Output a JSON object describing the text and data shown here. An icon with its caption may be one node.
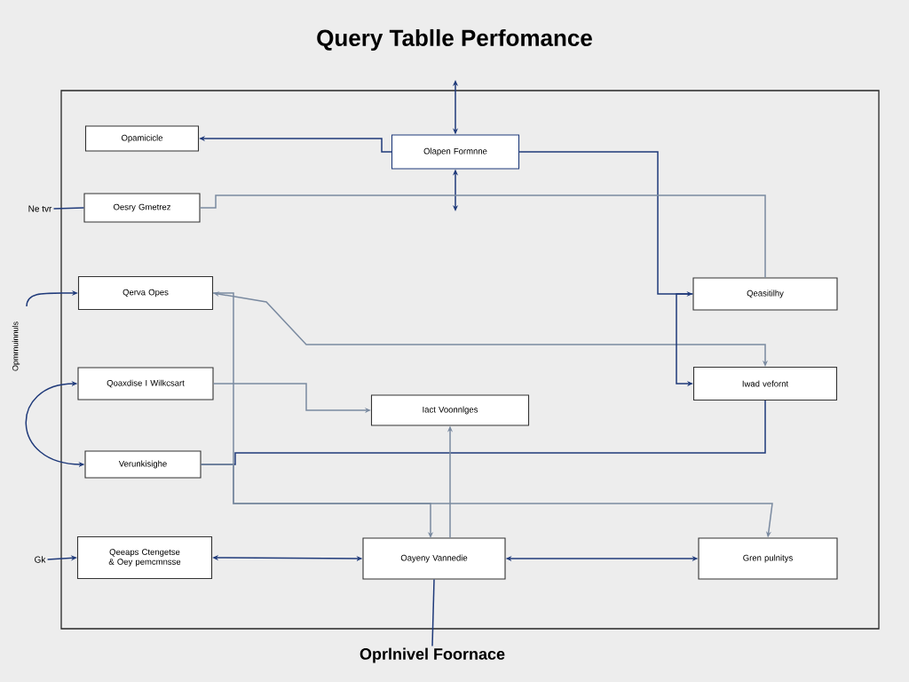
{
  "diagram": {
    "title": "Query Tablle Perfomance",
    "nodes": [
      {
        "text": [
          "Opamicicle"
        ]
      },
      {
        "text": [
          "Olapen Formnne"
        ]
      },
      {
        "text": [
          "Oesry Gmetrez"
        ]
      },
      {
        "text": [
          "Qerva Opes"
        ]
      },
      {
        "text": [
          "Qoaxdise I Wilkcsart"
        ]
      },
      {
        "text": [
          "Verunkisighe"
        ]
      },
      {
        "text": [
          "Qeasitilhy"
        ]
      },
      {
        "text": [
          "Iwad vefornt"
        ]
      },
      {
        "text": [
          "Iact Voonnlges"
        ]
      },
      {
        "text": [
          "Qeeaps Ctengetse & Oey pemcmnsse"
        ]
      },
      {
        "text": [
          "Oayeny Vannedie"
        ]
      },
      {
        "text": [
          "Gren pulnitys"
        ]
      },
      {
        "text": [
          "Ne tvr"
        ]
      },
      {
        "text": [
          "Gk"
        ]
      },
      {
        "text": [
          "Oprlnivel Foornace"
        ]
      }
    ],
    "edges": [
      {
        "from": 1,
        "to": 0,
        "arrow": "to"
      },
      {
        "from": null,
        "to": 1,
        "arrow": "both"
      },
      {
        "from": 1,
        "to": null,
        "arrow": "both"
      },
      {
        "from": 1,
        "to": 6,
        "arrow": "to"
      },
      {
        "from": 12,
        "to": 2,
        "arrow": "none"
      },
      {
        "from": null,
        "to": 3,
        "arrow": "to"
      },
      {
        "from": 4,
        "to": 5,
        "arrow": "both"
      },
      {
        "from": 3,
        "to": 7,
        "arrow": "both",
        "color": "#7a8aa0"
      },
      {
        "from": 4,
        "to": 8,
        "arrow": "to",
        "color": "#7a8aa0"
      },
      {
        "from": 5,
        "to": 7,
        "arrow": "none"
      },
      {
        "from": 6,
        "to": 7,
        "arrow": "to"
      },
      {
        "from": 10,
        "to": 8,
        "arrow": "to",
        "color": "#7a8aa0"
      },
      {
        "from": 3,
        "to": 10,
        "arrow": "to",
        "color": "#7a8aa0"
      },
      {
        "from": 5,
        "to": 11,
        "arrow": "to",
        "color": "#7a8aa0"
      },
      {
        "from": 9,
        "to": 10,
        "arrow": "both"
      },
      {
        "from": 10,
        "to": 11,
        "arrow": "both"
      },
      {
        "from": 10,
        "to": 14,
        "arrow": "none"
      },
      {
        "from": 13,
        "to": 9,
        "arrow": "to"
      },
      {
        "from": 2,
        "to": 6,
        "arrow": "none",
        "color": "#7a8aa0"
      }
    ],
    "labels": [
      "Opmrnuinnuls"
    ]
  }
}
